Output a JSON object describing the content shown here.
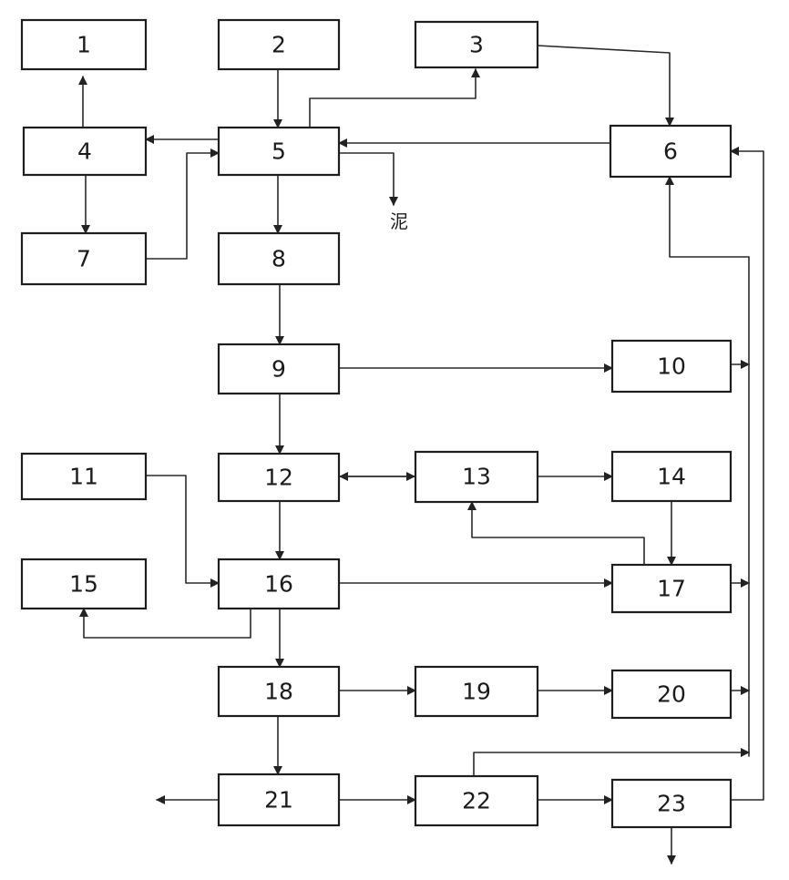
{
  "diagram": {
    "boxes": [
      {
        "id": "b1",
        "label": "1"
      },
      {
        "id": "b2",
        "label": "2"
      },
      {
        "id": "b3",
        "label": "3"
      },
      {
        "id": "b4",
        "label": "4"
      },
      {
        "id": "b5",
        "label": "5"
      },
      {
        "id": "b6",
        "label": "6"
      },
      {
        "id": "b7",
        "label": "7"
      },
      {
        "id": "b8",
        "label": "8"
      },
      {
        "id": "b9",
        "label": "9"
      },
      {
        "id": "b10",
        "label": "10"
      },
      {
        "id": "b11",
        "label": "11"
      },
      {
        "id": "b12",
        "label": "12"
      },
      {
        "id": "b13",
        "label": "13"
      },
      {
        "id": "b14",
        "label": "14"
      },
      {
        "id": "b15",
        "label": "15"
      },
      {
        "id": "b16",
        "label": "16"
      },
      {
        "id": "b17",
        "label": "17"
      },
      {
        "id": "b18",
        "label": "18"
      },
      {
        "id": "b19",
        "label": "19"
      },
      {
        "id": "b20",
        "label": "20"
      },
      {
        "id": "b21",
        "label": "21"
      },
      {
        "id": "b22",
        "label": "22"
      },
      {
        "id": "b23",
        "label": "23"
      }
    ],
    "annotations": {
      "mud_outlet": "泥"
    }
  }
}
